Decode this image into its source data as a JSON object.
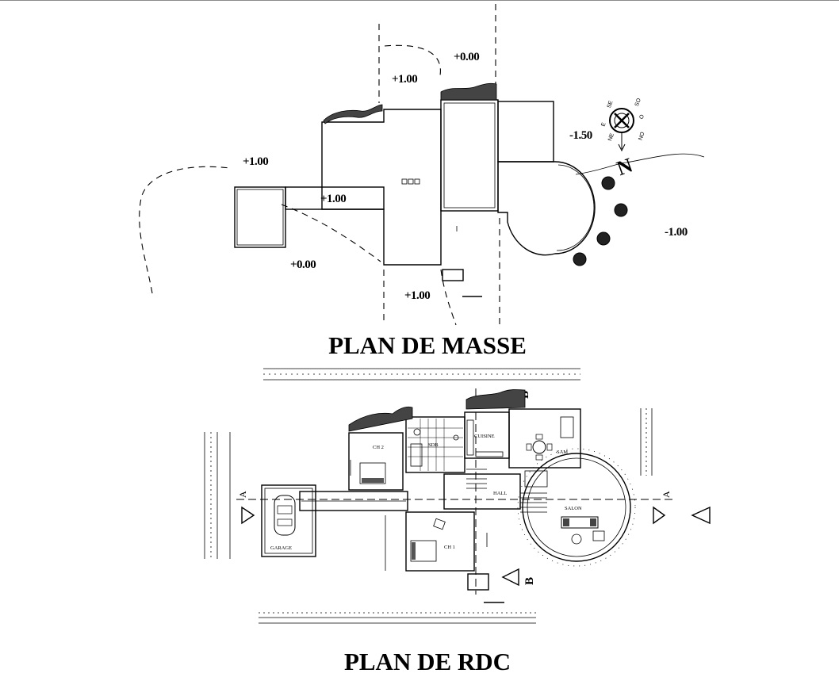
{
  "titles": {
    "site_plan": "PLAN DE MASSE",
    "ground_floor": "PLAN DE RDC"
  },
  "site_plan": {
    "elevations": {
      "top_right": "+0.00",
      "top_left": "+1.00",
      "left_outer": "+1.00",
      "center": "+1.00",
      "bottom_left": "+0.00",
      "bottom_center": "+1.00",
      "east": "-1.50",
      "far_east": "-1.00"
    },
    "compass": {
      "north_letter": "N",
      "labels": [
        "SE",
        "SO",
        "NO",
        "NE",
        "E",
        "O"
      ]
    }
  },
  "ground_floor": {
    "rooms": {
      "ch2": "CH 2",
      "ch1": "CH 1",
      "cuisine": "CUISINE",
      "sam": "SAM",
      "hall": "HALL",
      "salon": "SALON",
      "garage": "GARAGE",
      "sdb": "SDB"
    },
    "section_marks": {
      "a_left": "A",
      "a_right": "A",
      "b_top": "B",
      "b_bottom": "B"
    }
  }
}
